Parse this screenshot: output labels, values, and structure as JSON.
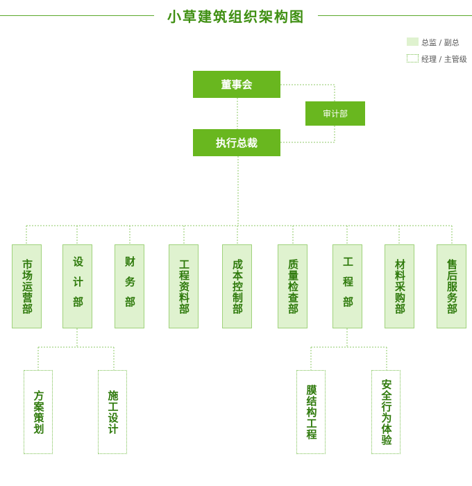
{
  "title": "小草建筑组织架构图",
  "legend": {
    "fill_label": "总监 / 副总",
    "dotted_label": "经理 / 主管级"
  },
  "colors": {
    "brand_green": "#69b71f",
    "light_green": "#dff2cf",
    "text_green": "#2f7a0c"
  },
  "top": {
    "board": "董事会",
    "ceo": "执行总裁",
    "audit": "审计部"
  },
  "departments": [
    "市场运营部",
    "设计部",
    "财务部",
    "工程资料部",
    "成本控制部",
    "质量检查部",
    "工程部",
    "材料采购部",
    "售后服务部"
  ],
  "sub_units": [
    "方案策划",
    "施工设计",
    "膜结构工程",
    "安全行为体验"
  ]
}
